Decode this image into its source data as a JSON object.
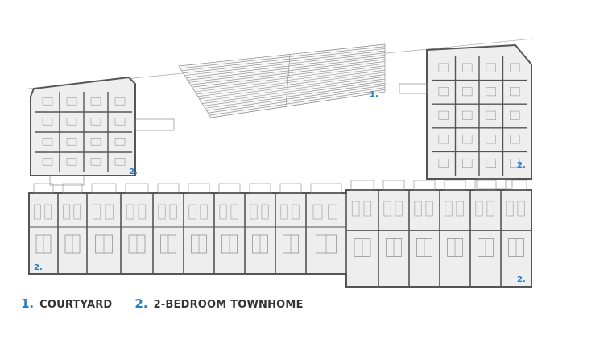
{
  "legend": [
    {
      "number": "1.",
      "label": "COURTYARD"
    },
    {
      "number": "2.",
      "label": "2-BEDROOM TOWNHOME"
    }
  ],
  "plan_tags": {
    "courtyard": "1.",
    "townhome": "2."
  },
  "colors": {
    "accent": "#1f7fd1",
    "wall": "#555555",
    "floor": "#eeeeee",
    "legend_text": "#333333"
  }
}
